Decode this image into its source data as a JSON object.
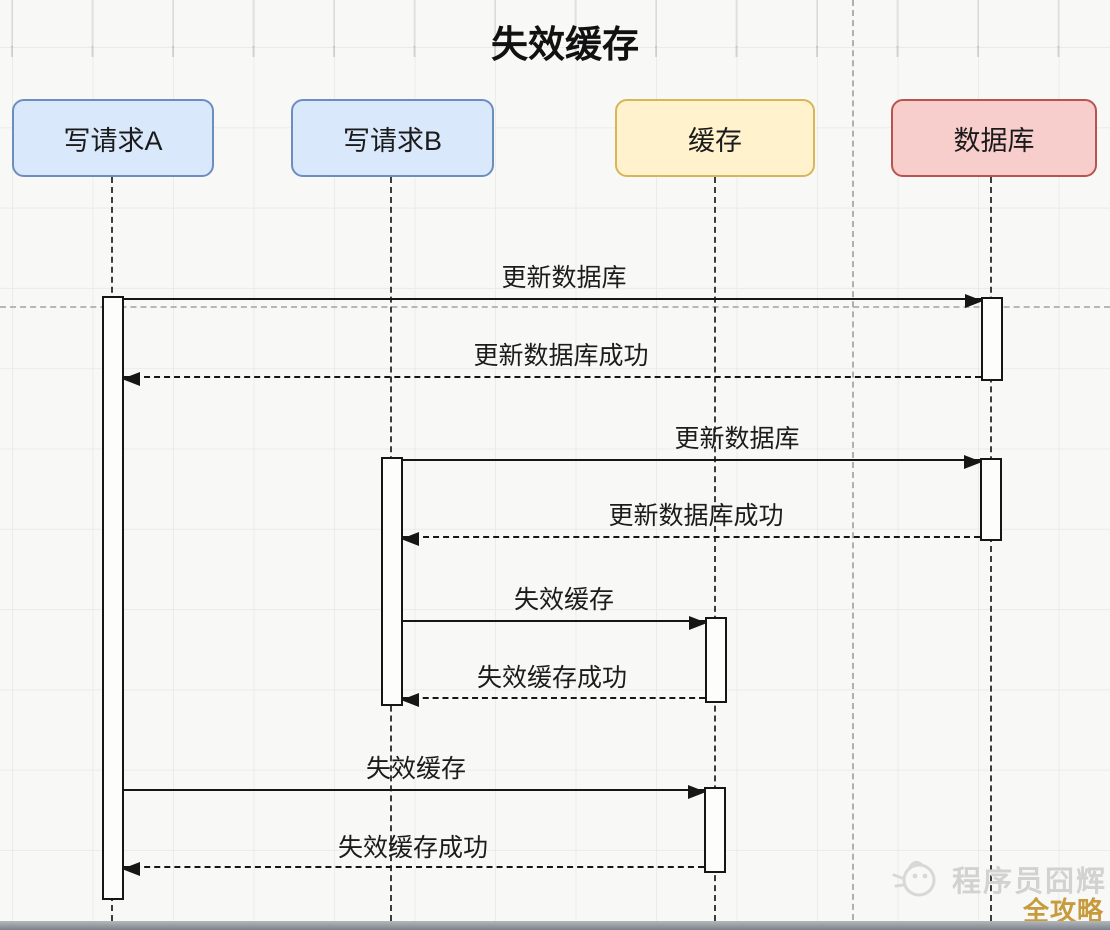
{
  "diagram": {
    "title": "失效缓存",
    "type": "sequence-diagram"
  },
  "participants": [
    {
      "label": "写请求A",
      "fill": "#dae8fc",
      "border": "#6c8ebf"
    },
    {
      "label": "写请求B",
      "fill": "#dae8fc",
      "border": "#6c8ebf"
    },
    {
      "label": "缓存",
      "fill": "#fff2cc",
      "border": "#d6b656"
    },
    {
      "label": "数据库",
      "fill": "#f8cecc",
      "border": "#b85450"
    }
  ],
  "messages": [
    {
      "label": "更新数据库",
      "from": "写请求A",
      "to": "数据库",
      "line": "solid"
    },
    {
      "label": "更新数据库成功",
      "from": "数据库",
      "to": "写请求A",
      "line": "dashed"
    },
    {
      "label": "更新数据库",
      "from": "写请求B",
      "to": "数据库",
      "line": "solid"
    },
    {
      "label": "更新数据库成功",
      "from": "数据库",
      "to": "写请求B",
      "line": "dashed"
    },
    {
      "label": "失效缓存",
      "from": "写请求B",
      "to": "缓存",
      "line": "solid"
    },
    {
      "label": "失效缓存成功",
      "from": "缓存",
      "to": "写请求B",
      "line": "dashed"
    },
    {
      "label": "失效缓存",
      "from": "写请求A",
      "to": "缓存",
      "line": "solid"
    },
    {
      "label": "失效缓存成功",
      "from": "缓存",
      "to": "写请求A",
      "line": "dashed"
    }
  ],
  "watermark": {
    "author": "程序员囧辉",
    "tagline": "全攻略",
    "author_color": "#d2d2d2",
    "tagline_color": "#c79b3c",
    "logo": "sketch-face-icon"
  },
  "colors": {
    "line": "#161616",
    "background": "#f8f8f6",
    "grid": "#ebebe9",
    "page_guide": "#b0b0ae"
  }
}
